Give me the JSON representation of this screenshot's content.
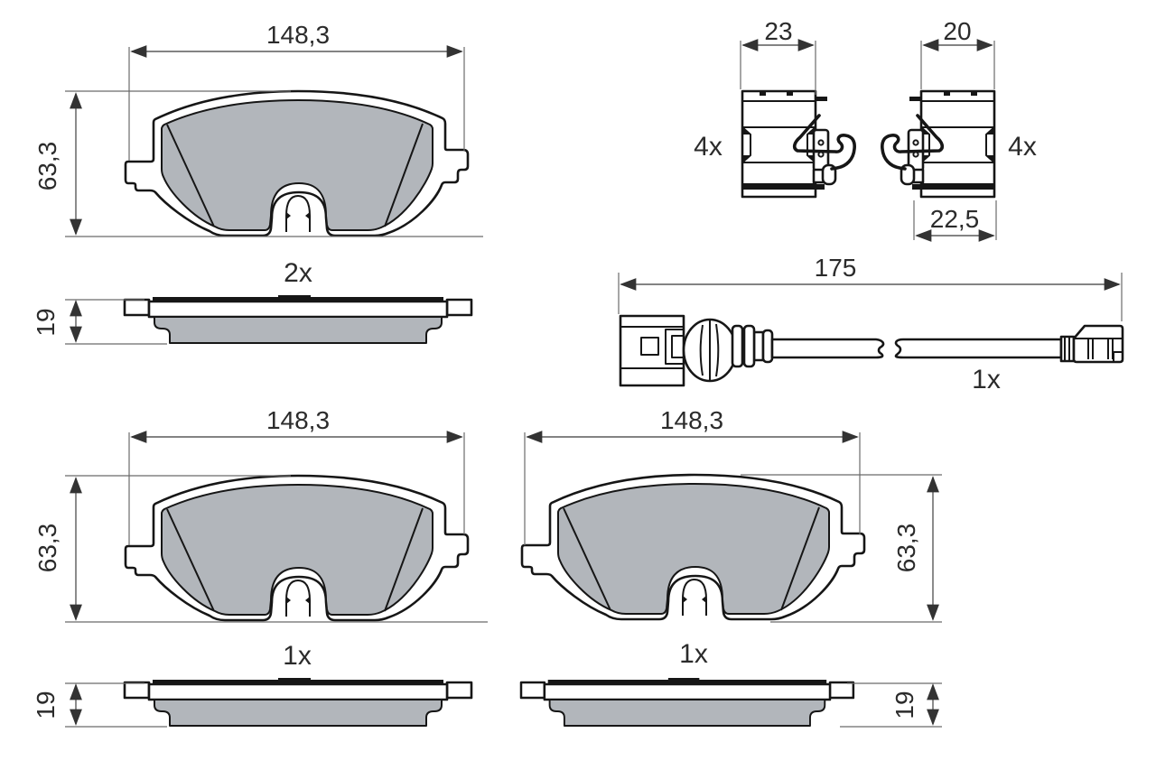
{
  "title": "Brake pad set technical drawing",
  "labels": {
    "pad_top_width": "148,3",
    "pad_top_height": "63,3",
    "pad_top_qty": "2x",
    "pad_top_thickness": "19",
    "pad_bl_width": "148,3",
    "pad_bl_height": "63,3",
    "pad_bl_qty": "1x",
    "pad_bl_thickness": "19",
    "pad_br_width": "148,3",
    "pad_br_height": "63,3",
    "pad_br_qty": "1x",
    "pad_br_thickness": "19",
    "clip_left_width": "23",
    "clip_right_width": "20",
    "clip_bottom_width": "22,5",
    "clip_left_qty": "4x",
    "clip_right_qty": "4x",
    "sensor_length": "175",
    "sensor_qty": "1x"
  },
  "colors": {
    "friction_gray": "#b2b6bb",
    "line": "#161616",
    "dim": "#5a5a5a",
    "text": "#2b2b2b",
    "bg": "#ffffff"
  }
}
